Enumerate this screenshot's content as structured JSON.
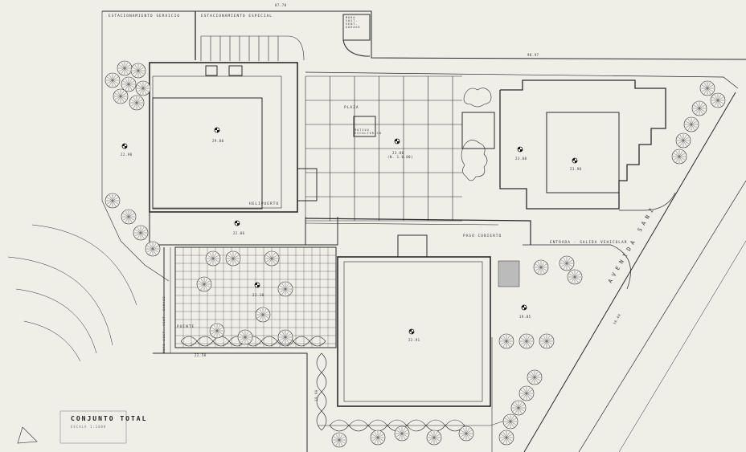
{
  "title": "CONJUNTO TOTAL",
  "scale_note": "ESCALA 1:1000",
  "labels": {
    "parking_service": "ESTACIONAMIENTO SERVICIO",
    "parking_special": "ESTACIONAMIENTO ESPECIAL",
    "top_box": "MURO SUST. VENT. GARAGE",
    "plaza": "PLAZA",
    "sculpture": "MOTIVO ESCULTORICO",
    "heliport": "HELIPUERTO",
    "covered_walk": "PASO CUBIERTO",
    "vehicle_entry": "ENTRADA - SALIDA VEHICULAR",
    "avenue": "AVENIDA SANZ",
    "bridge": "PUENTE",
    "side_wall": "MURO SUST. VENT. GARAGE"
  },
  "elevations": {
    "top_line": "87.70",
    "top_right": "98.97",
    "building_nw": "29.80",
    "west_lawn": "22.90",
    "plaza_level": "23.80",
    "plaza_sub": "(N. 1.0.00)",
    "building_ne": "23.00",
    "building_ne_inner": "23.90",
    "court_south": "22.06",
    "paved_court": "22.10",
    "building_s": "22.91",
    "east_lawn": "19.85",
    "bottom_left": "22.50",
    "south_wall": "19.90",
    "avenue_side": "16.40"
  }
}
